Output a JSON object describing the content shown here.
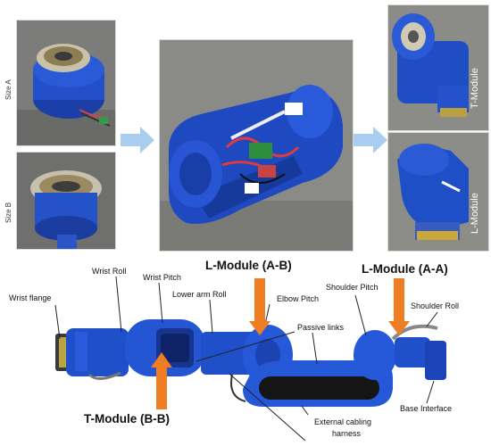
{
  "photos": {
    "size_a_label": "Size A",
    "size_b_label": "Size B",
    "t_module_tag": "T-Module",
    "l_module_tag": "L-Module"
  },
  "modules": {
    "l_ab": "L-Module (A-B)",
    "l_aa": "L-Module (A-A)",
    "t_bb": "T-Module (B-B)"
  },
  "parts": {
    "wrist_flange": "Wrist flange",
    "wrist_roll": "Wrist Roll",
    "wrist_pitch": "Wrist Pitch",
    "lower_arm_roll": "Lower arm Roll",
    "elbow_pitch": "Elbow Pitch",
    "passive_links": "Passive links",
    "shoulder_pitch": "Shoulder Pitch",
    "shoulder_roll": "Shoulder  Roll",
    "base_interface": "Base Interface",
    "cabling_line1": "External cabling",
    "cabling_line2": "harness"
  },
  "colors": {
    "module_blue": "#1f4fc9",
    "arrow_orange": "#ef7d22",
    "flow_arrow": "#a9cdee"
  }
}
